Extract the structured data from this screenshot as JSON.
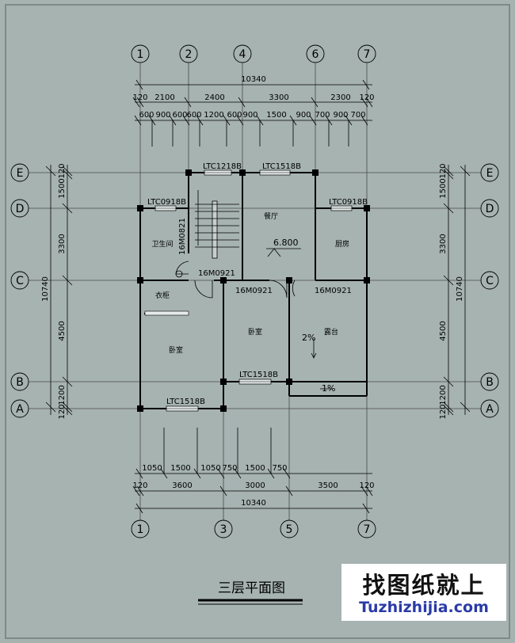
{
  "drawing": {
    "title": "三层平面图",
    "watermark_cn": "找图纸就上",
    "watermark_en": "Tuzhizhijia.com",
    "colors": {
      "sheet": "#a6b3b1",
      "ink": "#000000",
      "dim": "#2b2b2b"
    }
  },
  "axes": {
    "top": [
      "1",
      "2",
      "4",
      "6",
      "7"
    ],
    "bottom": [
      "1",
      "3",
      "5",
      "7"
    ],
    "left": [
      "E",
      "D",
      "C",
      "B",
      "A"
    ],
    "right": [
      "E",
      "D",
      "C",
      "B",
      "A"
    ]
  },
  "dims": {
    "top_total": "10340",
    "top_axes": [
      "120",
      "2100",
      "2400",
      "3300",
      "2300",
      "120"
    ],
    "top_detail": [
      "600",
      "900",
      "600",
      "600",
      "1200",
      "600",
      "900",
      "1500",
      "900",
      "700",
      "900",
      "700"
    ],
    "bottom_detail": [
      "1050",
      "1500",
      "1050",
      "750",
      "1500",
      "750"
    ],
    "bottom_axes": [
      "120",
      "3600",
      "3000",
      "3500",
      "120"
    ],
    "bottom_total": "10340",
    "left_total": "10740",
    "left_parts": [
      "1500",
      "120",
      "3300",
      "4500",
      "1200",
      "120"
    ],
    "right_total": "10740",
    "right_parts": [
      "1500",
      "120",
      "3300",
      "4500",
      "1200",
      "120"
    ]
  },
  "rooms": {
    "dining": "餐厅",
    "kitchen": "厨房",
    "wc": "卫生间",
    "closet": "衣柜",
    "bedroom_sw": "卧室",
    "bedroom_mid": "卧室",
    "balcony": "露台",
    "level": "6.800",
    "slope_balcony": "2%",
    "slope_small": "1%"
  },
  "openings": {
    "w_top_stair": "LTC1218B",
    "w_top_dining": "LTC1518B",
    "w_wc": "LTC0918B",
    "w_kitchen": "LTC0918B",
    "w_bed_sw": "LTC1518B",
    "w_bed_mid": "LTC1518B",
    "d_wc": "16M0821",
    "d_closet": "16M0921",
    "d_bed_mid": "16M0921",
    "d_balcony": "16M0921"
  }
}
